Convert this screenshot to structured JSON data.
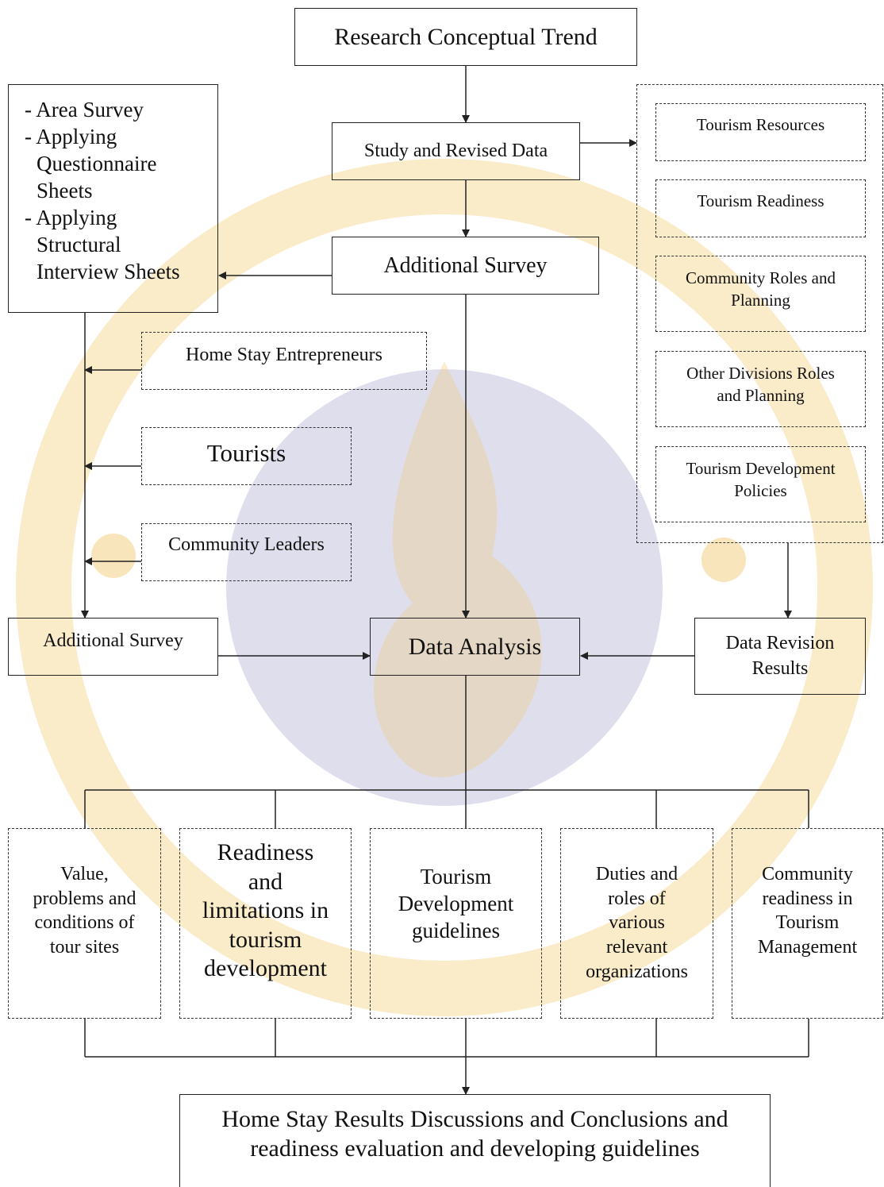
{
  "colors": {
    "watermark_gold": "#f2cc7a",
    "watermark_blue": "#d8d8ea",
    "line": "#222222"
  },
  "watermark": "university-seal",
  "title": "Research Conceptual Trend",
  "study": "Study and Revised Data",
  "additional_survey_top": "Additional Survey",
  "methods": [
    "- Area Survey",
    "- Applying",
    "Questionnaire",
    "Sheets",
    "- Applying",
    "Structural",
    "Interview Sheets"
  ],
  "groups": {
    "entrepreneurs": "Home Stay Entrepreneurs",
    "tourists": "Tourists",
    "leaders": "Community Leaders"
  },
  "topics": [
    [
      "Tourism Resources"
    ],
    [
      "Tourism Readiness"
    ],
    [
      "Community Roles and",
      "Planning"
    ],
    [
      "Other Divisions Roles",
      "and Planning"
    ],
    [
      "Tourism Development",
      "Policies"
    ]
  ],
  "additional_survey_left": "Additional Survey",
  "analysis": "Data Analysis",
  "revision": [
    "Data Revision",
    "Results"
  ],
  "outputs": [
    [
      "Value,",
      "problems and",
      "conditions of",
      "tour sites"
    ],
    [
      "Readiness",
      "and",
      "limitations in",
      "tourism",
      "development"
    ],
    [
      "Tourism",
      "Development",
      "guidelines"
    ],
    [
      "Duties and",
      "roles of",
      "various",
      "relevant",
      "organizations"
    ],
    [
      "Community",
      "readiness in",
      "Tourism",
      "Management"
    ]
  ],
  "conclusion": [
    "Home Stay Results Discussions and Conclusions and",
    "readiness evaluation and developing guidelines"
  ]
}
